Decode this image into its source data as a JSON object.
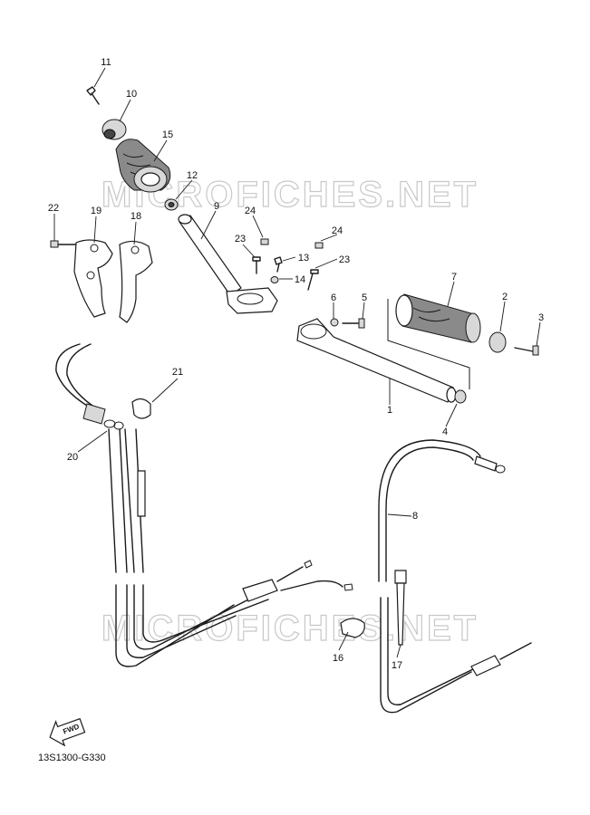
{
  "watermarks": [
    "MICROFICHES.NET",
    "MICROFICHES.NET"
  ],
  "diagram_code": "13S1300-G330",
  "fwd_label": "FWD",
  "callouts": [
    {
      "id": "c1",
      "text": "1"
    },
    {
      "id": "c2",
      "text": "2"
    },
    {
      "id": "c3",
      "text": "3"
    },
    {
      "id": "c4",
      "text": "4"
    },
    {
      "id": "c5",
      "text": "5"
    },
    {
      "id": "c6",
      "text": "6"
    },
    {
      "id": "c7",
      "text": "7"
    },
    {
      "id": "c8",
      "text": "8"
    },
    {
      "id": "c9",
      "text": "9"
    },
    {
      "id": "c10",
      "text": "10"
    },
    {
      "id": "c11",
      "text": "11"
    },
    {
      "id": "c12",
      "text": "12"
    },
    {
      "id": "c13",
      "text": "13"
    },
    {
      "id": "c14",
      "text": "14"
    },
    {
      "id": "c15",
      "text": "15"
    },
    {
      "id": "c16",
      "text": "16"
    },
    {
      "id": "c17",
      "text": "17"
    },
    {
      "id": "c18",
      "text": "18"
    },
    {
      "id": "c19",
      "text": "19"
    },
    {
      "id": "c20",
      "text": "20"
    },
    {
      "id": "c21",
      "text": "21"
    },
    {
      "id": "c22",
      "text": "22"
    },
    {
      "id": "c23a",
      "text": "23"
    },
    {
      "id": "c23b",
      "text": "23"
    },
    {
      "id": "c24a",
      "text": "24"
    },
    {
      "id": "c24b",
      "text": "24"
    }
  ]
}
